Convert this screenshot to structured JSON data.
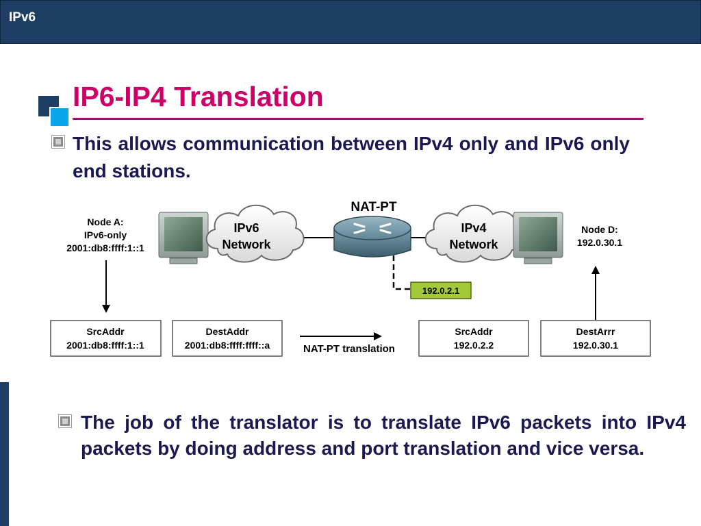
{
  "header": {
    "title": "IPv6"
  },
  "slide": {
    "title": "IP6-IP4 Translation",
    "bullet1": "This allows communication between IPv4 only and IPv6 only end stations.",
    "bullet2": "The job of the translator is to translate IPv6 packets into IPv4 packets by doing address and port translation and vice versa."
  },
  "diagram": {
    "node_a": {
      "line1": "Node A:",
      "line2": "IPv6-only",
      "line3": "2001:db8:ffff:1::1"
    },
    "node_d": {
      "line1": "Node D:",
      "line2": "192.0.30.1"
    },
    "cloud_ipv6": {
      "line1": "IPv6",
      "line2": "Network"
    },
    "cloud_ipv4": {
      "line1": "IPv4",
      "line2": "Network"
    },
    "router_label": "NAT-PT",
    "nat_pool": "192.0.2.1",
    "translation_label": "NAT-PT translation",
    "boxes": [
      {
        "title": "SrcAddr",
        "value": "2001:db8:ffff:1::1"
      },
      {
        "title": "DestAddr",
        "value": "2001:db8:ffff:ffff::a"
      },
      {
        "title": "SrcAddr",
        "value": "192.0.2.2"
      },
      {
        "title": "DestArrr",
        "value": "192.0.30.1"
      }
    ]
  },
  "colors": {
    "header": "#1e3f63",
    "title": "#cc0066",
    "body_text": "#1a1a50",
    "accent_square": "#0aa6e8",
    "nat_pool_box": "#a3c93a"
  }
}
